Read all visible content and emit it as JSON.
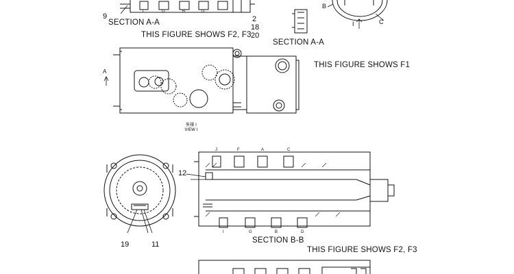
{
  "labels": {
    "section_aa_top": "SECTION A-A",
    "shows_f2_f3_top": "THIS FIGURE SHOWS F2, F3",
    "section_aa_right": "SECTION A-A",
    "shows_f1": "THIS FIGURE SHOWS F1",
    "section_bb": "SECTION B-B",
    "shows_f2_f3_bottom": "THIS FIGURE SHOWS F2, F3",
    "view_i_jp": "矢視 I",
    "view_i_en": "VIEW I"
  },
  "callouts": {
    "n9": "9",
    "n2": "2",
    "n18": "18",
    "n20": "20",
    "n12": "12",
    "n19": "19",
    "n11": "11"
  },
  "section_letters": {
    "b": "B",
    "c": "C",
    "i_arrow": "I",
    "a_left": "A"
  },
  "port_letters": {
    "top_row": [
      "J",
      "F",
      "A",
      "C"
    ],
    "bottom_row": [
      "I",
      "G",
      "B",
      "D"
    ],
    "top_section_row": [
      "I",
      "G",
      "B",
      "D"
    ]
  }
}
